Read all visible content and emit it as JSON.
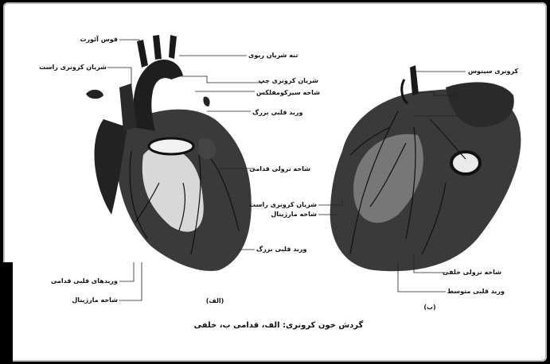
{
  "caption": "گردش خون کرونری: الف، قدامی ب، خلفی",
  "panels": {
    "anterior": {
      "tag": "(الف)",
      "labels": {
        "aortic_arch": "قوس آئورت",
        "right_coronary_artery": "شریان کرونری راست",
        "pulmonary_trunk": "تنه شریان ریوی",
        "left_coronary_artery": "شریان کرونری چپ",
        "circumflex_branch": "شاخه سیرکومفلکس",
        "great_cardiac_vein_top": "ورید قلبی بزرگ",
        "anterior_descending_branch": "شاخه نزولی قدامی",
        "great_cardiac_vein_bottom": "ورید قلبی بزرگ",
        "anterior_cardiac_veins": "وریدهای قلبی قدامی",
        "marginal_branch": "شاخه مارژینال"
      }
    },
    "posterior": {
      "tag": "(ب)",
      "labels": {
        "coronary_sinus": "کرونری سینوس",
        "right_coronary_artery": "شریان کرونری راست",
        "marginal_branch": "شاخه مارژینال",
        "posterior_descending_branch": "شاخه نزولی خلفی",
        "middle_cardiac_vein": "ورید قلبی متوسط"
      }
    }
  }
}
